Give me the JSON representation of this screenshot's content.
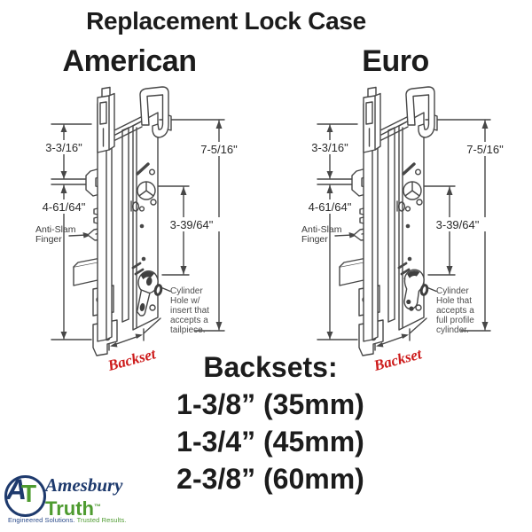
{
  "title": "Replacement Lock Case",
  "headings": {
    "left": "American",
    "right": "Euro"
  },
  "dimensions": {
    "top": "3-3/16\"",
    "middle": "4-61/64\"",
    "height": "7-5/16\"",
    "cylinder": "3-39/64\""
  },
  "labels": {
    "anti_slam_line1": "Anti-Slam",
    "anti_slam_line2": "Finger",
    "backset": "Backset"
  },
  "notes": {
    "american": [
      "Cylinder",
      "Hole w/",
      "insert that",
      "accepts a",
      "tailpiece."
    ],
    "euro": [
      "Cylinder",
      "Hole that",
      "accepts a",
      "full profile",
      "cylinder."
    ]
  },
  "backsets": {
    "heading": "Backsets:",
    "items": [
      "1-3/8” (35mm)",
      "1-3/4” (45mm)",
      "2-3/8” (60mm)"
    ]
  },
  "logo": {
    "monogram_a": "A",
    "monogram_t": "T",
    "brand_line1": "Amesbury",
    "brand_line2": "Truth",
    "trademark": "™",
    "tagline_part1": "Engineered Solutions.",
    "tagline_part2": "Trusted Results."
  },
  "colors": {
    "backset_red": "#cd1a1a",
    "logo_navy": "#1e3a6d",
    "logo_green": "#4e9b30",
    "drawing_line": "#474747"
  }
}
